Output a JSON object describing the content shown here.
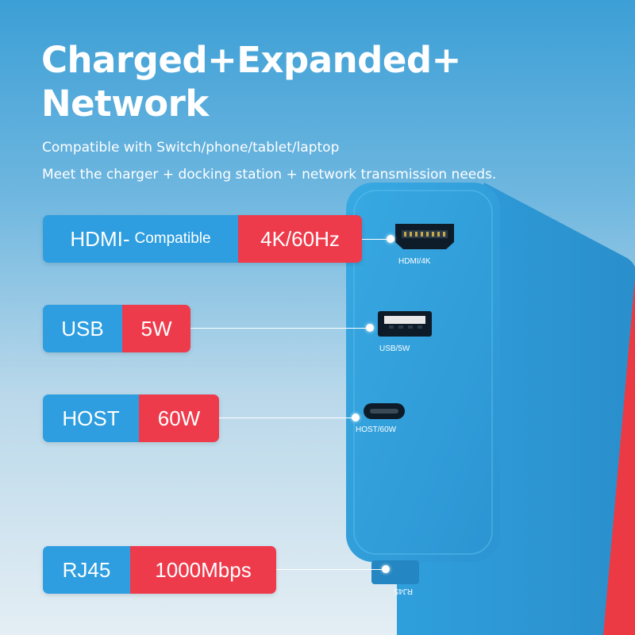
{
  "headline": {
    "line1": "Charged+Expanded+",
    "line2": "Network"
  },
  "subtitle": {
    "line1": "Compatible with Switch/phone/tablet/laptop",
    "line2": "Meet the charger + docking station + network transmission needs."
  },
  "specs": [
    {
      "key": "HDMI-",
      "key_suffix": "Compatible",
      "value": "4K/60Hz"
    },
    {
      "key": "USB",
      "value": "5W"
    },
    {
      "key": "HOST",
      "value": "60W"
    },
    {
      "key": "RJ45",
      "value": "1000Mbps"
    }
  ],
  "port_labels": {
    "hdmi": "HDMI/4K",
    "usb": "USB/5W",
    "host": "HOST/60W",
    "rj45": "RJ45"
  },
  "colors": {
    "key_blue": "#2e9ee0",
    "value_red": "#ee3b4c",
    "device_blue": "#2b9ed8",
    "device_red": "#ec3a45"
  }
}
